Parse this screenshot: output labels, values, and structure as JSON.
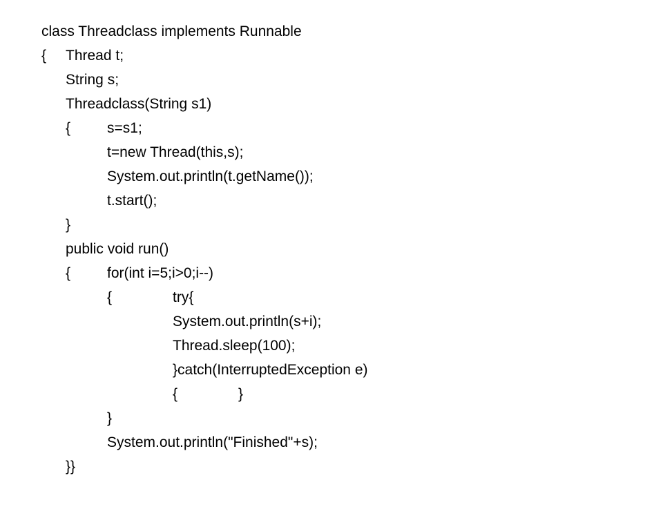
{
  "code": {
    "lines": [
      [
        "class Threadclass implements Runnable"
      ],
      [
        "{",
        "Thread t;"
      ],
      [
        "String s;"
      ],
      [
        "Threadclass(String s1)"
      ],
      [
        "{",
        "s=s1;"
      ],
      [
        "t=new Thread(this,s);"
      ],
      [
        "System.out.println(t.getName());"
      ],
      [
        "t.start();"
      ],
      [
        "}"
      ],
      [
        "public void run()"
      ],
      [
        "{",
        "for(int i=5;i>0;i--)"
      ],
      [
        "{",
        "try{"
      ],
      [
        "System.out.println(s+i);"
      ],
      [
        "Thread.sleep(100);"
      ],
      [
        "}catch(InterruptedException e)"
      ],
      [
        "{",
        "}"
      ],
      [
        "}"
      ],
      [
        "System.out.println(\"Finished\"+s);"
      ],
      [
        "}}"
      ]
    ]
  }
}
